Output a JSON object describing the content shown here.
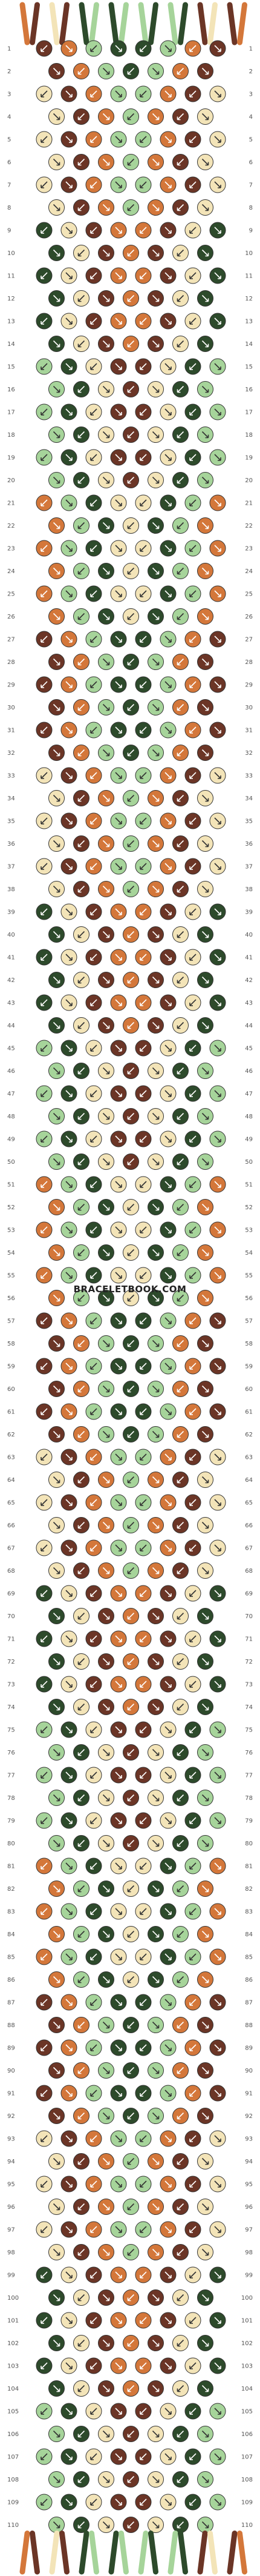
{
  "watermark": "BRACELETBOOK.COM",
  "pattern": {
    "row_count": 110,
    "strings": 16,
    "row_numbers_left": [
      "1",
      "2",
      "3",
      "4",
      "5",
      "6",
      "7",
      "8",
      "9",
      "10",
      "11",
      "12",
      "13",
      "14",
      "15",
      "16",
      "17",
      "18",
      "19",
      "20",
      "21",
      "22",
      "23",
      "24",
      "25",
      "26",
      "27",
      "28",
      "29",
      "30",
      "31",
      "32",
      "33",
      "34",
      "35",
      "36",
      "37",
      "38",
      "39",
      "40",
      "41",
      "42",
      "43",
      "44",
      "45",
      "46",
      "47",
      "48",
      "49",
      "50",
      "51",
      "52",
      "53",
      "54",
      "55",
      "56",
      "57",
      "58",
      "59",
      "60",
      "61",
      "62",
      "63",
      "64",
      "65",
      "66",
      "67",
      "68",
      "69",
      "70",
      "71",
      "72",
      "73",
      "74",
      "75",
      "76",
      "77",
      "78",
      "79",
      "80",
      "81",
      "82",
      "83",
      "84",
      "85",
      "86",
      "87",
      "88",
      "89",
      "90",
      "91",
      "92",
      "93",
      "94",
      "95",
      "96",
      "97",
      "98",
      "99",
      "100",
      "101",
      "102",
      "103",
      "104",
      "105",
      "106",
      "107",
      "108",
      "109",
      "110"
    ],
    "row_numbers_right": [
      "1",
      "2",
      "3",
      "4",
      "5",
      "6",
      "7",
      "8",
      "9",
      "10",
      "11",
      "12",
      "13",
      "14",
      "15",
      "16",
      "17",
      "18",
      "19",
      "20",
      "21",
      "22",
      "23",
      "24",
      "25",
      "26",
      "27",
      "28",
      "29",
      "30",
      "31",
      "32",
      "33",
      "34",
      "35",
      "36",
      "37",
      "38",
      "39",
      "40",
      "41",
      "42",
      "43",
      "44",
      "45",
      "46",
      "47",
      "48",
      "49",
      "50",
      "51",
      "52",
      "53",
      "54",
      "55",
      "56",
      "57",
      "58",
      "59",
      "60",
      "61",
      "62",
      "63",
      "64",
      "65",
      "66",
      "67",
      "68",
      "69",
      "70",
      "71",
      "72",
      "73",
      "74",
      "75",
      "76",
      "77",
      "78",
      "79",
      "80",
      "81",
      "82",
      "83",
      "84",
      "85",
      "86",
      "87",
      "88",
      "89",
      "90",
      "91",
      "92",
      "93",
      "94",
      "95",
      "96",
      "97",
      "98",
      "99",
      "100",
      "101",
      "102",
      "103",
      "104",
      "105",
      "106",
      "107",
      "108",
      "109",
      "110"
    ],
    "colors": {
      "dark_green": "#2d4a2b",
      "light_green": "#a6d49a",
      "orange": "#d4773a",
      "brown": "#6b3526",
      "cream": "#f3e4b8",
      "knot_outline": "#333333",
      "arrow": "#ffffff",
      "arrow_on_light": "#333333"
    },
    "string_colors_top": [
      "orange",
      "brown",
      "cream",
      "brown",
      "dark_green",
      "light_green",
      "dark_green",
      "light_green",
      "light_green",
      "dark_green",
      "light_green",
      "dark_green",
      "brown",
      "cream",
      "brown",
      "orange"
    ],
    "string_colors_bottom": [
      "orange",
      "brown",
      "cream",
      "brown",
      "dark_green",
      "light_green",
      "dark_green",
      "light_green",
      "light_green",
      "dark_green",
      "light_green",
      "dark_green",
      "brown",
      "cream",
      "brown",
      "orange"
    ]
  }
}
